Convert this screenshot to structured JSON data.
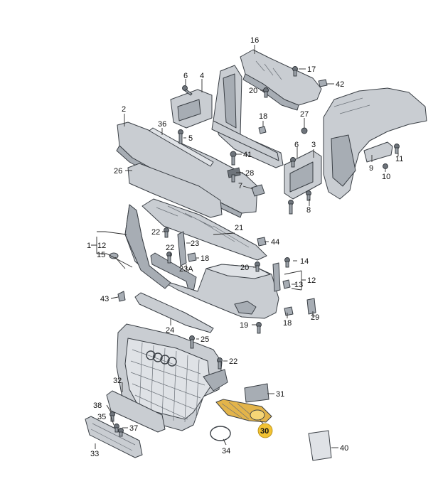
{
  "callouts": {
    "c16": "16",
    "c17": "17",
    "c42": "42",
    "c6a": "6",
    "c4": "4",
    "c20a": "20",
    "c18a": "18",
    "c27": "27",
    "c2": "2",
    "c36": "36",
    "c5": "5",
    "c6b": "6",
    "c3": "3",
    "c41": "41",
    "c9": "9",
    "c11": "11",
    "c10": "10",
    "c26": "26",
    "c28": "28",
    "c7": "7",
    "c8": "8",
    "c1": "1",
    "c12a": "12",
    "c15": "15",
    "c22a": "22",
    "c21": "21",
    "c44": "44",
    "c23": "23",
    "c22b": "22",
    "c18b": "18",
    "c23a": "23A",
    "c20b": "20",
    "c14": "14",
    "c12b": "12",
    "c13": "13",
    "c43": "43",
    "c29": "29",
    "c24": "24",
    "c19": "19",
    "c18c": "18",
    "c25": "25",
    "c22c": "22",
    "c32": "32",
    "c31": "31",
    "c38": "38",
    "c35": "35",
    "c37": "37",
    "c30": "30",
    "c34": "34",
    "c33": "33",
    "c40": "40"
  },
  "colors": {
    "part_fill": "#c9cdd2",
    "line": "#3a3f45",
    "highlight_fill": "#f2c232",
    "highlight_part": "#e3b44a"
  }
}
